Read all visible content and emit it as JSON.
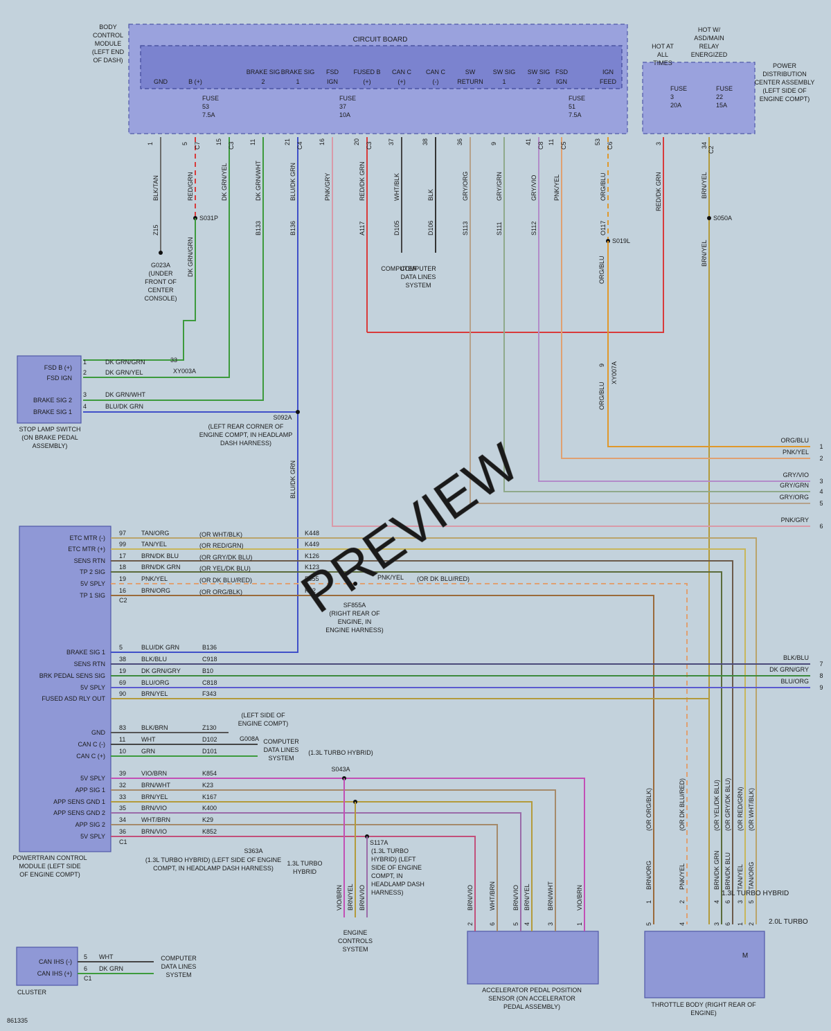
{
  "modules": {
    "bcm": "BODY CONTROL MODULE (LEFT END OF DASH)",
    "circuit_board": "CIRCUIT BOARD",
    "pdc": "POWER DISTRIBUTION CENTER ASSEMBLY (LEFT SIDE OF ENGINE COMPT)",
    "hot_always": "HOT AT ALL TIMES",
    "hot_relay": "HOT W/ ASD/MAIN RELAY ENERGIZED",
    "stop_lamp": "STOP LAMP SWITCH (ON BRAKE PEDAL ASSEMBLY)",
    "pcm": "POWERTRAIN CONTROL MODULE (LEFT SIDE OF ENGINE COMPT)",
    "cluster": "CLUSTER",
    "app_sensor": "ACCELERATOR PEDAL POSITION SENSOR (ON ACCELERATOR PEDAL ASSEMBLY)",
    "throttle": "THROTTLE BODY (RIGHT REAR OF ENGINE)"
  },
  "bcm_pins": [
    "GND",
    "B (+)",
    "BRAKE SIG 2",
    "BRAKE SIG 1",
    "FSD IGN",
    "FUSED B (+)",
    "CAN C (+)",
    "CAN C (-)",
    "SW RETURN",
    "SW SIG 1",
    "SW SIG 2",
    "FSD IGN",
    "IGN FEED"
  ],
  "bcm_fuses": [
    {
      "name": "FUSE",
      "num": "53",
      "amp": "7.5A"
    },
    {
      "name": "FUSE",
      "num": "37",
      "amp": "10A"
    },
    {
      "name": "FUSE",
      "num": "51",
      "amp": "7.5A"
    }
  ],
  "pdc_fuses": [
    {
      "name": "FUSE",
      "num": "3",
      "amp": "20A"
    },
    {
      "name": "FUSE",
      "num": "22",
      "amp": "15A"
    }
  ],
  "bcm_wires": [
    {
      "pin": "1",
      "color": "BLK/TAN",
      "circuit": "Z15",
      "hex": "#6b6b6b"
    },
    {
      "pin": "5",
      "conn": "C7",
      "color": "RED/GRN",
      "circuit": "",
      "hex": "#d83a3a"
    },
    {
      "pin": "15",
      "conn": "C3",
      "color": "DK GRN/YEL",
      "circuit": "",
      "hex": "#3c9a3c"
    },
    {
      "pin": "11",
      "color": "DK GRN/WHT",
      "circuit": "B133",
      "hex": "#3c9a3c"
    },
    {
      "pin": "21",
      "conn": "C4",
      "color": "BLU/DK GRN",
      "circuit": "B136",
      "hex": "#3f4fc8"
    },
    {
      "pin": "16",
      "color": "PNK/GRY",
      "circuit": "",
      "hex": "#d99aa8"
    },
    {
      "pin": "20",
      "conn": "C3",
      "color": "RED/DK GRN",
      "circuit": "A117",
      "hex": "#d83a3a"
    },
    {
      "pin": "37",
      "color": "WHT/BLK",
      "circuit": "D105",
      "hex": "#444444"
    },
    {
      "pin": "38",
      "color": "BLK",
      "circuit": "D106",
      "hex": "#333333"
    },
    {
      "pin": "36",
      "color": "GRY/ORG",
      "circuit": "S113",
      "hex": "#b5a18a"
    },
    {
      "pin": "9",
      "color": "GRY/GRN",
      "circuit": "S111",
      "hex": "#8fa98a"
    },
    {
      "pin": "41",
      "conn": "C8",
      "color": "GRY/VIO",
      "circuit": "S112",
      "hex": "#b28bc9"
    },
    {
      "pin": "11",
      "conn": "C5",
      "color": "PNK/YEL",
      "circuit": "",
      "hex": "#e0a070"
    },
    {
      "pin": "53",
      "conn": "C6",
      "color": "ORG/BLU",
      "circuit": "O117",
      "hex": "#e0982a"
    }
  ],
  "pdc_wires": [
    {
      "pin": "3",
      "color": "RED/DK GRN",
      "hex": "#d83a3a"
    },
    {
      "pin": "34",
      "conn": "C2",
      "color": "BRN/YEL",
      "hex": "#b39a3a"
    }
  ],
  "splices": {
    "s031p": "S031P",
    "s019l": "S019L",
    "s050a": "S050A",
    "s092a": "S092A",
    "s092a_note": "(LEFT REAR CORNER OF ENGINE COMPT, IN HEADLAMP DASH HARNESS)",
    "sf855a": "SF855A",
    "sf855a_note": "(RIGHT REAR OF ENGINE, IN ENGINE HARNESS)",
    "s043a": "S043A",
    "s043a_note": "(1.3L TURBO HYBRID)",
    "s363a": "S363A",
    "s363a_note": "(1.3L TURBO HYBRID) (LEFT SIDE OF ENGINE COMPT, IN HEADLAMP DASH HARNESS)",
    "s117a": "S117A",
    "s117a_note": "(1.3L TURBO HYBRID) (LEFT SIDE OF ENGINE COMPT, IN HEADLAMP DASH HARNESS)"
  },
  "grounds": {
    "g023a": "G023A",
    "g023a_note": "(UNDER FRONT OF CENTER CONSOLE)",
    "g008a": "G008A",
    "g008a_note": "(LEFT SIDE OF ENGINE COMPT)"
  },
  "connectors": {
    "xy003a": "XY003A",
    "xy003a_pin": "33",
    "xy007a": "XY007A",
    "xy007a_pin": "9"
  },
  "computer_data": "COMPUTER DATA LINES SYSTEM",
  "engine_controls": "ENGINE CONTROLS SYSTEM",
  "turbo_hybrid": "1.3L TURBO HYBRID",
  "turbo_20": "2.0L TURBO",
  "stop_lamp_pins": [
    {
      "pin": "1",
      "label": "FSD B (+)",
      "color": "DK GRN/GRN"
    },
    {
      "pin": "2",
      "label": "FSD IGN",
      "color": "DK GRN/YEL"
    },
    {
      "pin": "3",
      "label": "BRAKE SIG 2",
      "color": "DK GRN/WHT"
    },
    {
      "pin": "4",
      "label": "BRAKE SIG 1",
      "color": "BLU/DK GRN"
    }
  ],
  "right_outputs": [
    {
      "pin": "1",
      "color": "ORG/BLU"
    },
    {
      "pin": "2",
      "color": "PNK/YEL"
    },
    {
      "pin": "3",
      "color": "GRY/VIO"
    },
    {
      "pin": "4",
      "color": "GRY/GRN"
    },
    {
      "pin": "5",
      "color": "GRY/ORG"
    },
    {
      "pin": "6",
      "color": "PNK/GRY"
    },
    {
      "pin": "7",
      "color": "BLK/BLU"
    },
    {
      "pin": "8",
      "color": "DK GRN/GRY"
    },
    {
      "pin": "9",
      "color": "BLU/ORG"
    }
  ],
  "pcm_c2": [
    {
      "label": "ETC MTR (-)",
      "pin": "97",
      "color": "TAN/ORG",
      "alt": "(OR WHT/BLK)",
      "circuit": "K448",
      "hex": "#b9a36a"
    },
    {
      "label": "ETC MTR (+)",
      "pin": "99",
      "color": "TAN/YEL",
      "alt": "(OR RED/GRN)",
      "circuit": "K449",
      "hex": "#c8b65a"
    },
    {
      "label": "SENS RTN",
      "pin": "17",
      "color": "BRN/DK BLU",
      "alt": "(OR GRY/DK BLU)",
      "circuit": "K126",
      "hex": "#6b5a4a"
    },
    {
      "label": "TP 2 SIG",
      "pin": "18",
      "color": "BRN/DK GRN",
      "alt": "(OR YEL/DK BLU)",
      "circuit": "K123",
      "hex": "#5a6b3a"
    },
    {
      "label": "5V SPLY",
      "pin": "19",
      "color": "PNK/YEL",
      "alt": "(OR DK BLU/RED)",
      "circuit": "F855",
      "hex": "#e0a070"
    },
    {
      "label": "TP 1 SIG",
      "pin": "16",
      "color": "BRN/ORG",
      "alt": "(OR ORG/BLK)",
      "circuit": "K22",
      "hex": "#9a6a3a"
    }
  ],
  "pcm_c2_conn": "C2",
  "pnk_yel_right": "PNK/YEL",
  "pnk_yel_right_alt": "(OR DK BLU/RED)",
  "pcm_mid": [
    {
      "label": "BRAKE SIG 1",
      "pin": "5",
      "color": "BLU/DK GRN",
      "circuit": "B136",
      "hex": "#3f4fc8"
    },
    {
      "label": "SENS RTN",
      "pin": "38",
      "color": "BLK/BLU",
      "circuit": "C918",
      "hex": "#4a4a7a"
    },
    {
      "label": "BRK PEDAL SENS SIG",
      "pin": "19",
      "color": "DK GRN/GRY",
      "circuit": "B10",
      "hex": "#3c8a3c"
    },
    {
      "label": "5V SPLY",
      "pin": "69",
      "color": "BLU/ORG",
      "circuit": "C818",
      "hex": "#5a5ad0"
    },
    {
      "label": "FUSED ASD RLY OUT",
      "pin": "90",
      "color": "BRN/YEL",
      "circuit": "F343",
      "hex": "#b39a3a"
    }
  ],
  "pcm_gnd": [
    {
      "label": "GND",
      "pin": "83",
      "color": "BLK/BRN",
      "circuit": "Z130",
      "hex": "#555555"
    },
    {
      "label": "CAN C (-)",
      "pin": "11",
      "color": "WHT",
      "circuit": "D102",
      "hex": "#444444"
    },
    {
      "label": "CAN C (+)",
      "pin": "10",
      "color": "GRN",
      "circuit": "D101",
      "hex": "#3c9a3c"
    }
  ],
  "pcm_c1": [
    {
      "label": "5V SPLY",
      "pin": "39",
      "color": "VIO/BRN",
      "circuit": "K854",
      "hex": "#c24fb5"
    },
    {
      "label": "APP SIG 1",
      "pin": "32",
      "color": "BRN/WHT",
      "circuit": "K23",
      "hex": "#a58a6a"
    },
    {
      "label": "APP SENS GND 1",
      "pin": "33",
      "color": "BRN/YEL",
      "circuit": "K167",
      "hex": "#b39a3a"
    },
    {
      "label": "APP SENS GND 2",
      "pin": "35",
      "color": "BRN/VIO",
      "circuit": "K400",
      "hex": "#9a6aa8"
    },
    {
      "label": "APP SIG 2",
      "pin": "34",
      "color": "WHT/BRN",
      "circuit": "K29",
      "hex": "#a58a6a"
    },
    {
      "label": "5V SPLY",
      "pin": "36",
      "color": "BRN/VIO",
      "circuit": "K852",
      "hex": "#c24f7a"
    }
  ],
  "pcm_c1_conn": "C1",
  "app_pins": [
    {
      "pin": "2",
      "color": "BRN/VIO"
    },
    {
      "pin": "6",
      "color": "WHT/BRN"
    },
    {
      "pin": "5",
      "color": "BRN/VIO"
    },
    {
      "pin": "4",
      "color": "BRN/YEL"
    },
    {
      "pin": "3",
      "color": "BRN/WHT"
    },
    {
      "pin": "1",
      "color": "VIO/BRN"
    }
  ],
  "engine_ctrl_wires": [
    "VIO/BRN",
    "BRN/YEL",
    "BRN/VIO"
  ],
  "throttle_pins": [
    {
      "pin_a": "1",
      "pin_b": "5",
      "color": "BRN/ORG",
      "alt": "(OR ORG/BLK)"
    },
    {
      "pin_a": "2",
      "pin_b": "4",
      "color": "PNK/YEL",
      "alt": "(OR DK BLU/RED)"
    },
    {
      "pin_a": "4",
      "pin_b": "3",
      "color": "BRN/DK GRN",
      "alt": "(OR YEL/DK BLU)"
    },
    {
      "pin_a": "6",
      "pin_b": "6",
      "color": "BRN/DK BLU",
      "alt": "(OR GRY/DK BLU)"
    },
    {
      "pin_a": "3",
      "pin_b": "1",
      "color": "TAN/YEL",
      "alt": "(OR RED/GRN)"
    },
    {
      "pin_a": "5",
      "pin_b": "2",
      "color": "TAN/ORG",
      "alt": "(OR WHT/BLK)"
    }
  ],
  "cluster_pins": [
    {
      "label": "CAN IHS (-)",
      "pin": "5",
      "color": "WHT"
    },
    {
      "label": "CAN IHS (+)",
      "pin": "6",
      "color": "DK GRN"
    }
  ],
  "cluster_conn": "C1",
  "motor": "M",
  "diagram_id": "861335",
  "watermark": "PREVIEW",
  "colors": {
    "background": "#c3d2dc",
    "module": "#8f98d6",
    "module_border": "#4f58a8"
  }
}
